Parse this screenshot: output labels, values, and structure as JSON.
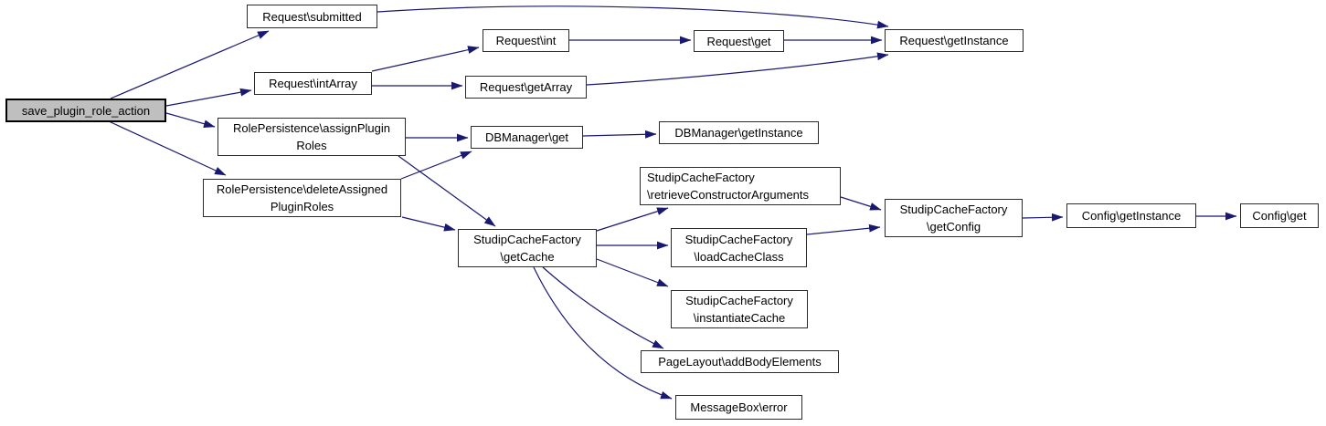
{
  "diagram": {
    "type": "doxygen-call-graph",
    "edge_color": "#191970",
    "node_fill": "#ffffff",
    "root_node_fill": "#bfbfbf",
    "node_border_color": "#2b2b2b"
  },
  "nodes": {
    "save": {
      "label": "save_plugin_role_action"
    },
    "submitted": {
      "label": "Request\\submitted"
    },
    "intarray": {
      "label": "Request\\intArray"
    },
    "assign": {
      "lines": [
        "RolePersistence\\assignPlugin",
        "Roles"
      ]
    },
    "delete": {
      "lines": [
        "RolePersistence\\deleteAssigned",
        "PluginRoles"
      ]
    },
    "int": {
      "label": "Request\\int"
    },
    "getarray": {
      "label": "Request\\getArray"
    },
    "get": {
      "label": "Request\\get"
    },
    "getinstance": {
      "label": "Request\\getInstance"
    },
    "dbget": {
      "label": "DBManager\\get"
    },
    "dbgetinstance": {
      "label": "DBManager\\getInstance"
    },
    "retrieve": {
      "lines": [
        "StudipCacheFactory",
        "\\retrieveConstructorArguments"
      ]
    },
    "getcache": {
      "lines": [
        "StudipCacheFactory",
        "\\getCache"
      ]
    },
    "loadcacheclass": {
      "lines": [
        "StudipCacheFactory",
        "\\loadCacheClass"
      ]
    },
    "instantiatecache": {
      "lines": [
        "StudipCacheFactory",
        "\\instantiateCache"
      ]
    },
    "pagelayout": {
      "label": "PageLayout\\addBodyElements"
    },
    "messagebox": {
      "label": "MessageBox\\error"
    },
    "getconfig": {
      "lines": [
        "StudipCacheFactory",
        "\\getConfig"
      ]
    },
    "configgetinstance": {
      "label": "Config\\getInstance"
    },
    "configget": {
      "label": "Config\\get"
    }
  },
  "edges": [
    {
      "from": "save_plugin_role_action",
      "to": "Request\\submitted"
    },
    {
      "from": "save_plugin_role_action",
      "to": "Request\\intArray"
    },
    {
      "from": "save_plugin_role_action",
      "to": "RolePersistence\\assignPluginRoles"
    },
    {
      "from": "save_plugin_role_action",
      "to": "RolePersistence\\deleteAssignedPluginRoles"
    },
    {
      "from": "Request\\submitted",
      "to": "Request\\getInstance"
    },
    {
      "from": "Request\\intArray",
      "to": "Request\\int"
    },
    {
      "from": "Request\\intArray",
      "to": "Request\\getArray"
    },
    {
      "from": "Request\\int",
      "to": "Request\\get"
    },
    {
      "from": "Request\\get",
      "to": "Request\\getInstance"
    },
    {
      "from": "Request\\getArray",
      "to": "Request\\getInstance"
    },
    {
      "from": "RolePersistence\\assignPluginRoles",
      "to": "DBManager\\get"
    },
    {
      "from": "RolePersistence\\assignPluginRoles",
      "to": "StudipCacheFactory\\getCache"
    },
    {
      "from": "RolePersistence\\deleteAssignedPluginRoles",
      "to": "DBManager\\get"
    },
    {
      "from": "RolePersistence\\deleteAssignedPluginRoles",
      "to": "StudipCacheFactory\\getCache"
    },
    {
      "from": "DBManager\\get",
      "to": "DBManager\\getInstance"
    },
    {
      "from": "StudipCacheFactory\\getCache",
      "to": "StudipCacheFactory\\retrieveConstructorArguments"
    },
    {
      "from": "StudipCacheFactory\\getCache",
      "to": "StudipCacheFactory\\loadCacheClass"
    },
    {
      "from": "StudipCacheFactory\\getCache",
      "to": "StudipCacheFactory\\instantiateCache"
    },
    {
      "from": "StudipCacheFactory\\getCache",
      "to": "PageLayout\\addBodyElements"
    },
    {
      "from": "StudipCacheFactory\\getCache",
      "to": "MessageBox\\error"
    },
    {
      "from": "StudipCacheFactory\\retrieveConstructorArguments",
      "to": "StudipCacheFactory\\getConfig"
    },
    {
      "from": "StudipCacheFactory\\loadCacheClass",
      "to": "StudipCacheFactory\\getConfig"
    },
    {
      "from": "StudipCacheFactory\\getConfig",
      "to": "Config\\getInstance"
    },
    {
      "from": "Config\\getInstance",
      "to": "Config\\get"
    }
  ]
}
